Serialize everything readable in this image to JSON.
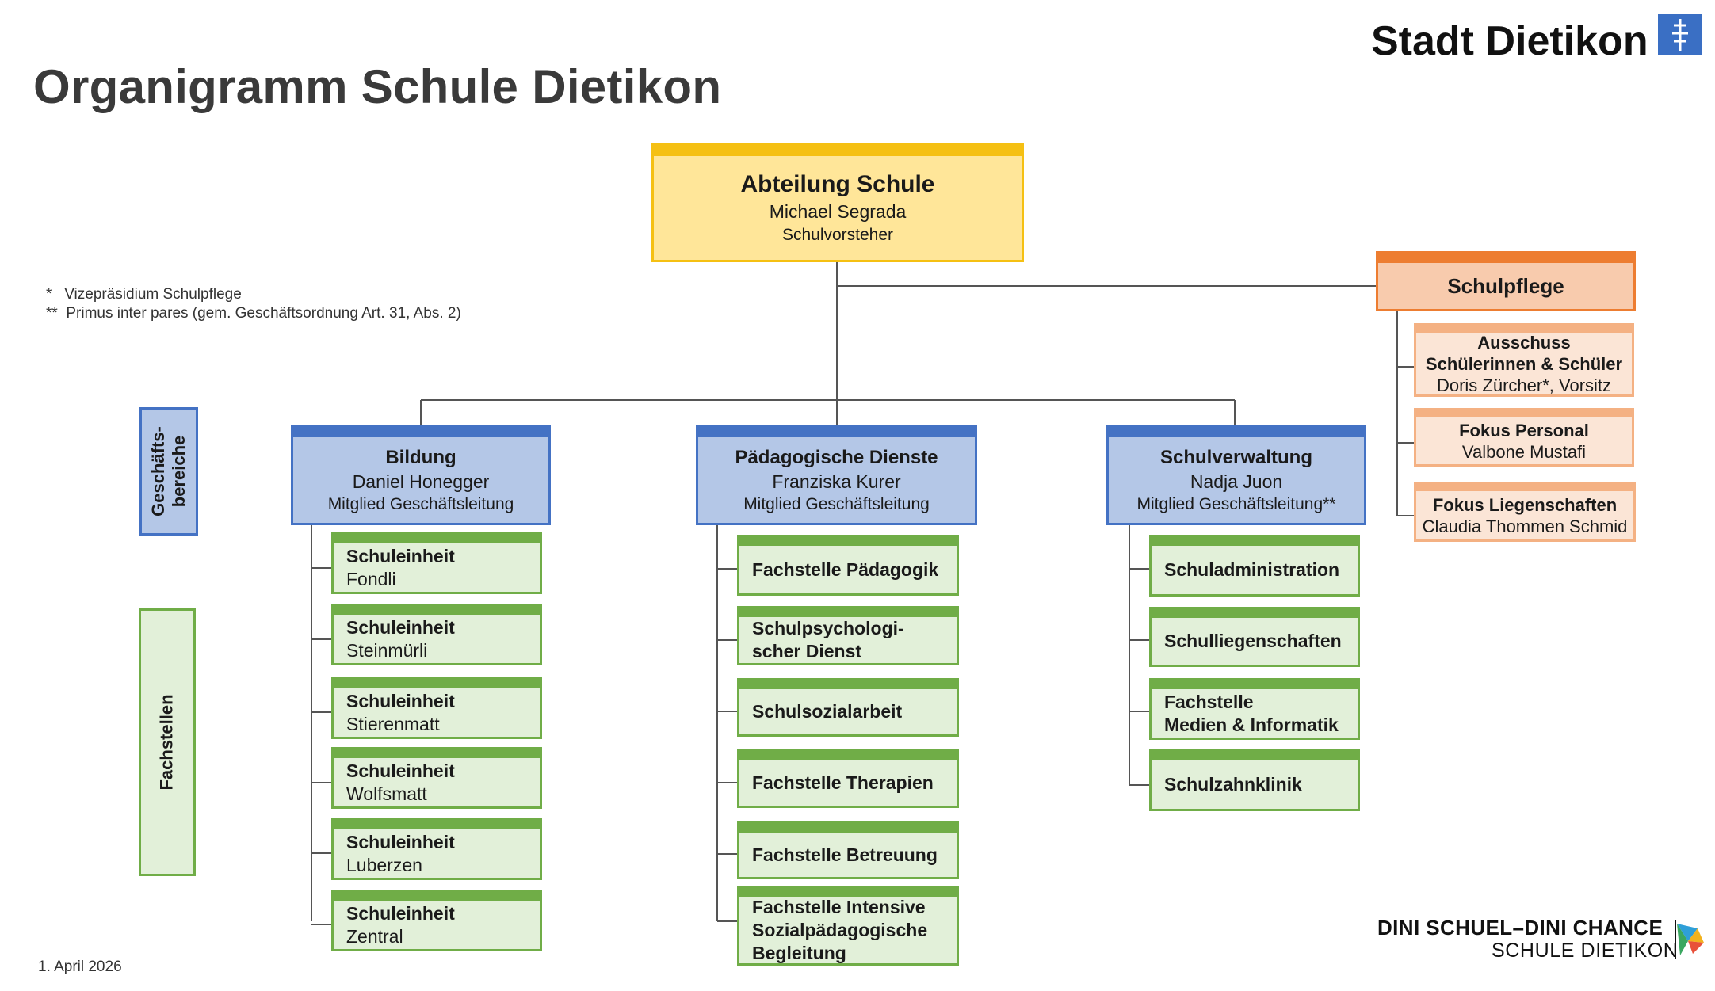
{
  "title": "Organigramm Schule Dietikon",
  "city": "Stadt Dietikon",
  "notes": {
    "n1": "*   Vizepräsidium Schulpflege",
    "n2": "**  Primus inter pares (gem. Geschäftsordnung Art. 31, Abs. 2)"
  },
  "date": "1. April 2026",
  "branding": {
    "line1": "DINI SCHUEL–DINI CHANCE",
    "line2": "SCHULE DIETIKON"
  },
  "side_labels": {
    "geschaeftsbereiche": "Geschäfts-\nbereiche",
    "fachstellen": "Fachstellen"
  },
  "top": {
    "title": "Abteilung Schule",
    "name": "Michael Segrada",
    "role": "Schulvorsteher"
  },
  "schulpflege": {
    "title": "Schulpflege",
    "items": [
      {
        "title": "Ausschuss",
        "title2": "Schülerinnen & Schüler",
        "name": "Doris Zürcher*, Vorsitz"
      },
      {
        "title": "Fokus Personal",
        "name": "Valbone Mustafi"
      },
      {
        "title": "Fokus Liegenschaften",
        "name": "Claudia Thommen Schmid"
      }
    ]
  },
  "departments": [
    {
      "title": "Bildung",
      "name": "Daniel Honegger",
      "role": "Mitglied Geschäftsleitung",
      "units": [
        {
          "title": "Schuleinheit",
          "sub": "Fondli"
        },
        {
          "title": "Schuleinheit",
          "sub": "Steinmürli"
        },
        {
          "title": "Schuleinheit",
          "sub": "Stierenmatt"
        },
        {
          "title": "Schuleinheit",
          "sub": "Wolfsmatt"
        },
        {
          "title": "Schuleinheit",
          "sub": "Luberzen"
        },
        {
          "title": "Schuleinheit",
          "sub": "Zentral"
        }
      ]
    },
    {
      "title": "Pädagogische Dienste",
      "name": "Franziska Kurer",
      "role": "Mitglied Geschäftsleitung",
      "units": [
        {
          "title": "Fachstelle Pädagogik"
        },
        {
          "title": "Schulpsychologi-",
          "title2": "scher Dienst"
        },
        {
          "title": "Schulsozialarbeit"
        },
        {
          "title": "Fachstelle Therapien"
        },
        {
          "title": "Fachstelle Betreuung"
        },
        {
          "title": "Fachstelle Intensive",
          "title2": "Sozialpädagogische",
          "title3": "Begleitung"
        }
      ]
    },
    {
      "title": "Schulverwaltung",
      "name": "Nadja Juon",
      "role": "Mitglied Geschäftsleitung**",
      "units": [
        {
          "title": "Schuladministration"
        },
        {
          "title": "Schulliegenschaften"
        },
        {
          "title": "Fachstelle",
          "title2": "Medien & Informatik"
        },
        {
          "title": "Schulzahnklinik"
        }
      ]
    }
  ],
  "colors": {
    "top": "#ffe699",
    "top_accent": "#f5c013",
    "schulpflege": "#f8cbad",
    "schulpflege_accent": "#ed7d31",
    "department": "#b4c7e7",
    "department_accent": "#4472c4",
    "unit": "#e2f0d9",
    "unit_accent": "#70ad47"
  }
}
